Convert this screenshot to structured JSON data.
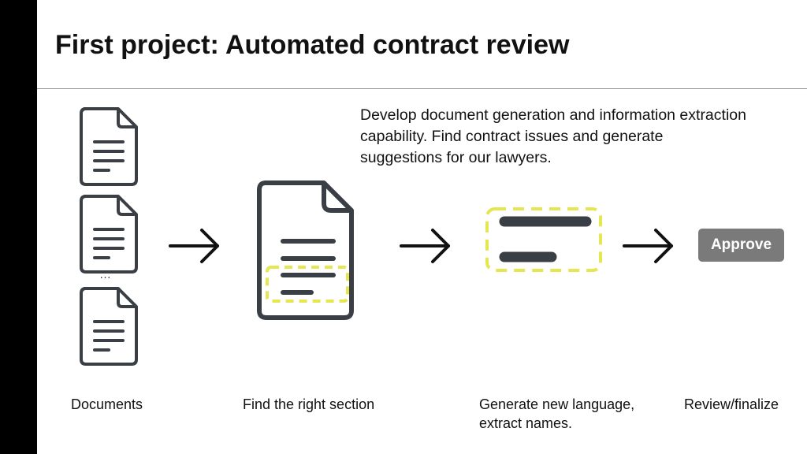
{
  "slide": {
    "title": "First project: Automated contract review",
    "description": "Develop document generation and information extraction capability. Find contract issues and generate suggestions for our lawyers."
  },
  "steps": {
    "documents_label": "Documents",
    "ellipsis": "…",
    "find_section_label": "Find the right section",
    "generate_label_line1": "Generate new language,",
    "generate_label_line2": "extract names.",
    "review_label": "Review/finalize",
    "approve_button": "Approve"
  },
  "colors": {
    "icon_stroke": "#3a3f45",
    "highlight": "#e6e650",
    "button": "#7a7a7a"
  },
  "icons": [
    "document-icon",
    "document-highlight-icon",
    "text-highlight-icon",
    "arrow-right-icon"
  ]
}
